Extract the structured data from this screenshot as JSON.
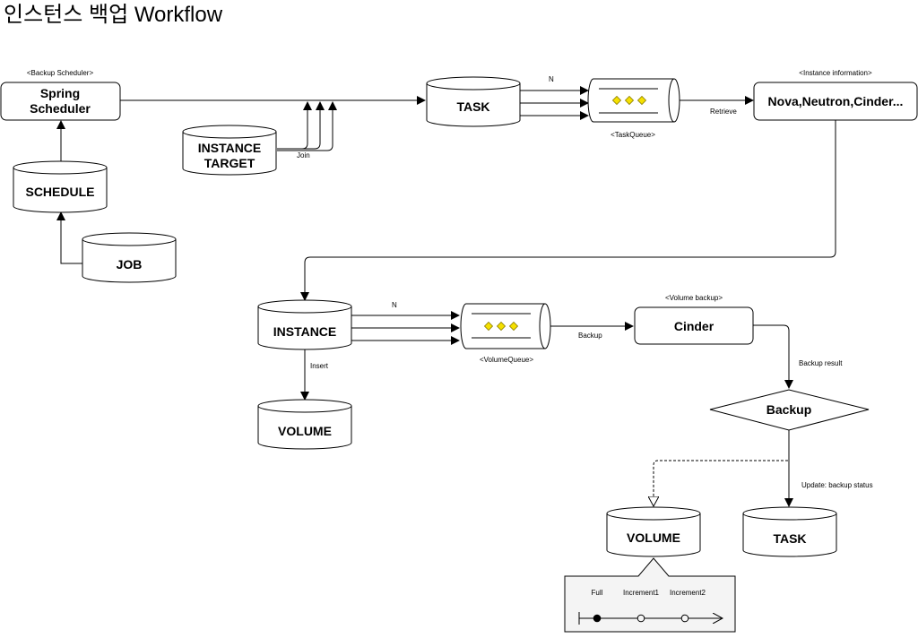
{
  "title": "인스턴스 백업 Workflow",
  "nodes": {
    "spring_scheduler": {
      "tag": "<Backup Scheduler>",
      "line1": "Spring",
      "line2": "Scheduler"
    },
    "schedule": {
      "label": "SCHEDULE"
    },
    "job": {
      "label": "JOB"
    },
    "instance_target": {
      "line1": "INSTANCE",
      "line2": "TARGET"
    },
    "task_top": {
      "label": "TASK"
    },
    "task_queue": {
      "caption": "<TaskQueue>"
    },
    "nova": {
      "tag": "<Instance information>",
      "label": "Nova,Neutron,Cinder..."
    },
    "instance": {
      "label": "INSTANCE"
    },
    "volume_left": {
      "label": "VOLUME"
    },
    "volume_queue": {
      "caption": "<VolumeQueue>"
    },
    "cinder": {
      "tag": "<Volume backup>",
      "label": "Cinder"
    },
    "backup": {
      "label": "Backup"
    },
    "volume_bottom": {
      "label": "VOLUME"
    },
    "task_bottom": {
      "label": "TASK"
    }
  },
  "edge_labels": {
    "join": "Join",
    "n_top": "N",
    "retrieve": "Retrieve",
    "insert": "Insert",
    "n_mid": "N",
    "backup": "Backup",
    "backup_result": "Backup result",
    "update_status": "Update: backup status"
  },
  "timeline": {
    "labels": [
      "Full",
      "Increment1",
      "Increment2"
    ]
  },
  "colors": {
    "queue_item": "#f5e000",
    "queue_item_border": "#8a7d00",
    "stroke": "#000000"
  }
}
